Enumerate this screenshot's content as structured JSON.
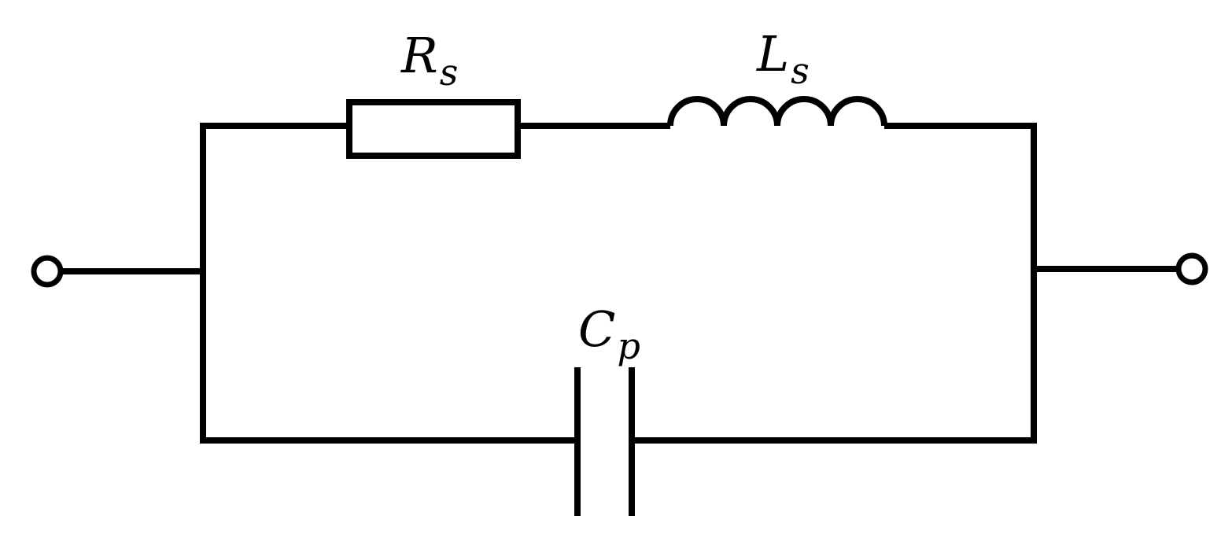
{
  "diagram": {
    "type": "circuit-schematic",
    "colors": {
      "stroke": "#000000",
      "background": "#ffffff"
    },
    "components": [
      {
        "kind": "resistor",
        "symbol": "R",
        "subscript": "s"
      },
      {
        "kind": "inductor",
        "symbol": "L",
        "subscript": "s"
      },
      {
        "kind": "capacitor",
        "symbol": "C",
        "subscript": "p"
      }
    ]
  }
}
